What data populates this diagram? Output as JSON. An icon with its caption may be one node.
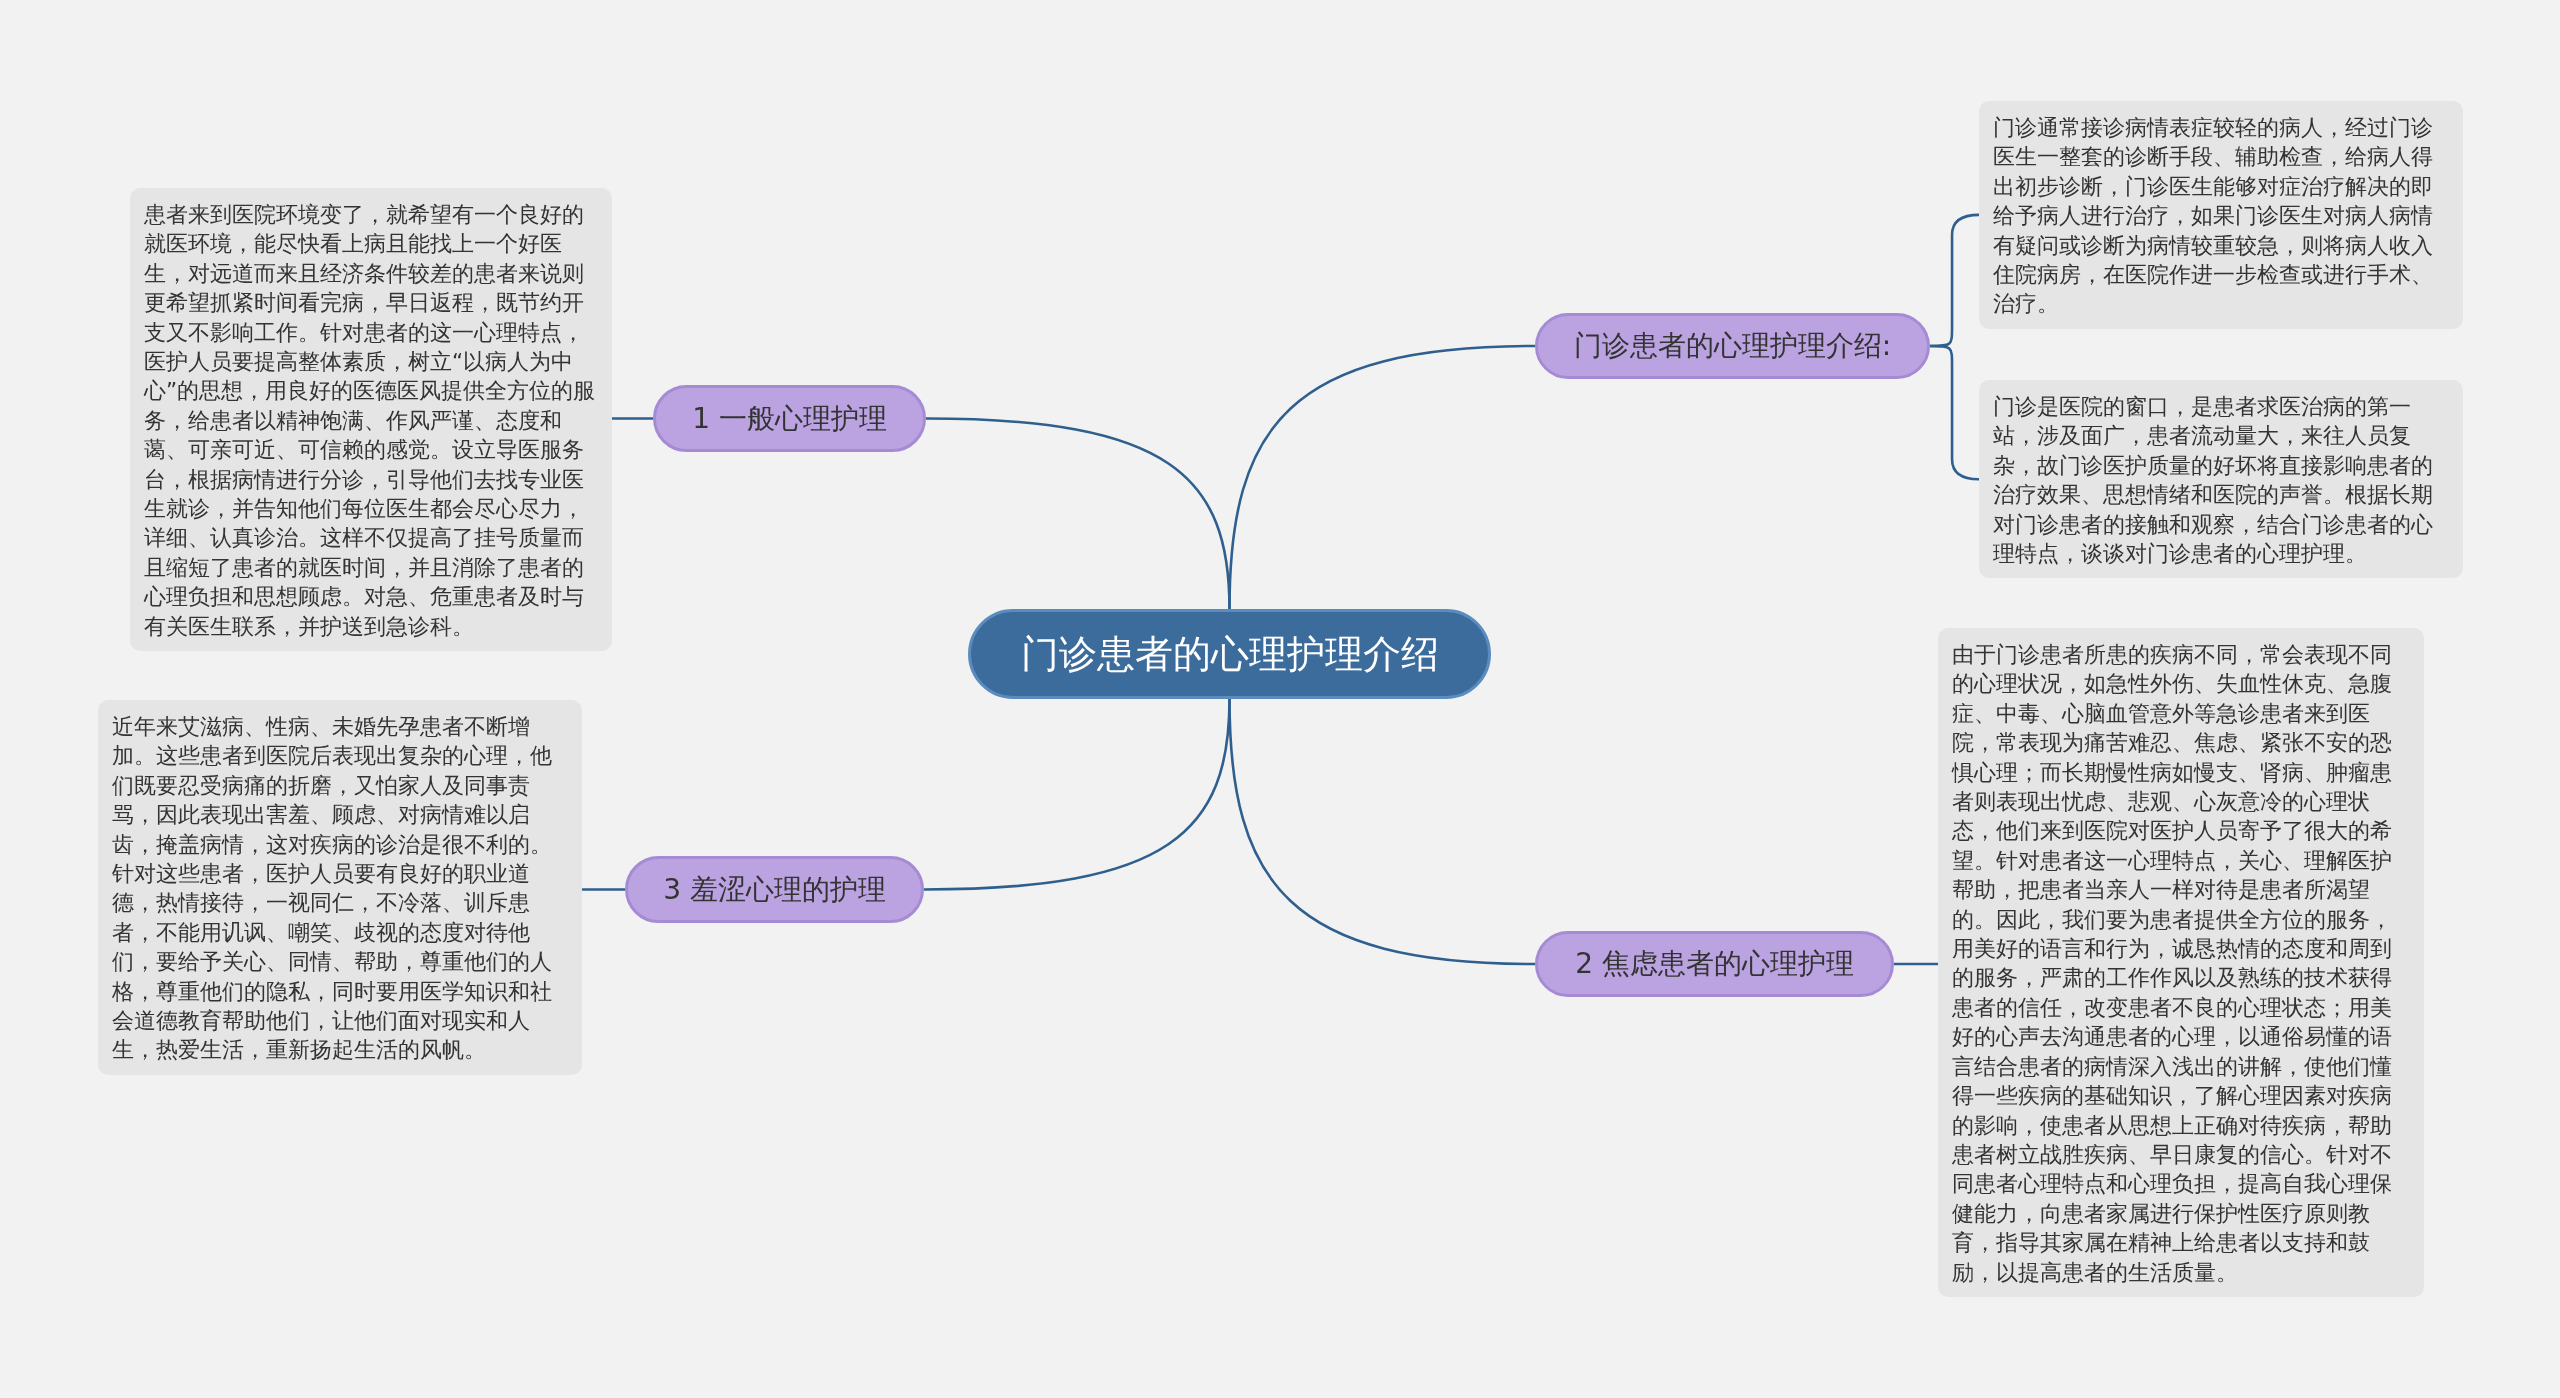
{
  "diagram": {
    "nodes": [
      {
        "text": [
          "门诊患者的心理护理介绍"
        ]
      },
      {
        "text": [
          "门诊患者的心理护理介绍:"
        ]
      },
      {
        "text": [
          "门诊通常接诊病情表症较轻的病人，经过门诊医生一整套的诊断手段、辅助检查，给病人得出初步诊断，门诊医生能够对症治疗解决的即给予病人进行治疗，如果门诊医生对病人病情有疑问或诊断为病情较重较急，则将病人收入住院病房，在医院作进一步检查或进行手术、治疗。"
        ]
      },
      {
        "text": [
          "门诊是医院的窗口，是患者求医治病的第一站，涉及面广，患者流动量大，来往人员复杂，故门诊医护质量的好坏将直接影响患者的治疗效果、思想情绪和医院的声誉。根据长期对门诊患者的接触和观察，结合门诊患者的心理特点，谈谈对门诊患者的心理护理。"
        ]
      },
      {
        "text": [
          "2 焦虑患者的心理护理"
        ]
      },
      {
        "text": [
          "由于门诊患者所患的疾病不同，常会表现不同的心理状况，如急性外伤、失血性休克、急腹症、中毒、心脑血管意外等急诊患者来到医院，常表现为痛苦难忍、焦虑、紧张不安的恐惧心理；而长期慢性病如慢支、肾病、肿瘤患者则表现出忧虑、悲观、心灰意冷的心理状态，他们来到医院对医护人员寄予了很大的希望。针对患者这一心理特点，关心、理解医护帮助，把患者当亲人一样对待是患者所渴望的。因此，我们要为患者提供全方位的服务，用美好的语言和行为，诚恳热情的态度和周到的服务，严肃的工作作风以及熟练的技术获得患者的信任，改变患者不良的心理状态；用美好的心声去沟通患者的心理，以通俗易懂的语言结合患者的病情深入浅出的讲解，使他们懂得一些疾病的基础知识，了解心理因素对疾病的影响，使患者从思想上正确对待疾病，帮助患者树立战胜疾病、早日康复的信心。针对不同患者心理特点和心理负担，提高自我心理保健能力，向患者家属进行保护性医疗原则教育，指导其家属在精神上给患者以支持和鼓励，以提高患者的生活质量。"
        ]
      },
      {
        "text": [
          "1 一般心理护理"
        ]
      },
      {
        "text": [
          "患者来到医院环境变了，就希望有一个良好的就医环境，能尽快看上病且能找上一个好医生，对远道而来且经济条件较差的患者来说则更希望抓紧时间看完病，早日返程，既节约开支又不影响工作。针对患者的这一心理特点，医护人员要提高整体素质，树立“以病人为中心”的思想，用良好的医德医风提供全方位的服务，给患者以精神饱满、作风严谨、态度和蔼、可亲可近、可信赖的感觉。设立导医服务台，根据病情进行分诊，引导他们去找专业医生就诊，并告知他们每位医生都会尽心尽力，详细、认真诊治。这样不仅提高了挂号质量而且缩短了患者的就医时间，并且消除了患者的心理负担和思想顾虑。对急、危重患者及时与有关医生联系，并护送到急诊科。"
        ]
      },
      {
        "text": [
          "3 羞涩心理的护理"
        ]
      },
      {
        "text": [
          "近年来艾滋病、性病、未婚先孕患者不断增加。这些患者到医院后表现出复杂的心理，他们既要忍受病痛的折磨，又怕家人及同事责骂，因此表现出害羞、顾虑、对病情难以启齿，掩盖病情，这对疾病的诊治是很不利的。针对这些患者，医护人员要有良好的职业道德，热情接待，一视同仁，不冷落、训斥患者，不能用讥讽、嘲笑、歧视的态度对待他们，要给予关心、同情、帮助，尊重他们的人格，尊重他们的隐私，同时要用医学知识和社会道德教育帮助他们，让他们面对现实和人生，热爱生活，重新扬起生活的风帆。"
        ]
      }
    ],
    "edges": [
      {
        "from": 0,
        "to": 1,
        "arrow": "none"
      },
      {
        "from": 1,
        "to": 2,
        "arrow": "none"
      },
      {
        "from": 1,
        "to": 3,
        "arrow": "none"
      },
      {
        "from": 0,
        "to": 4,
        "arrow": "none"
      },
      {
        "from": 4,
        "to": 5,
        "arrow": "none"
      },
      {
        "from": 0,
        "to": 6,
        "arrow": "none"
      },
      {
        "from": 6,
        "to": 7,
        "arrow": "none"
      },
      {
        "from": 0,
        "to": 8,
        "arrow": "none"
      },
      {
        "from": 8,
        "to": 9,
        "arrow": "none"
      }
    ]
  }
}
